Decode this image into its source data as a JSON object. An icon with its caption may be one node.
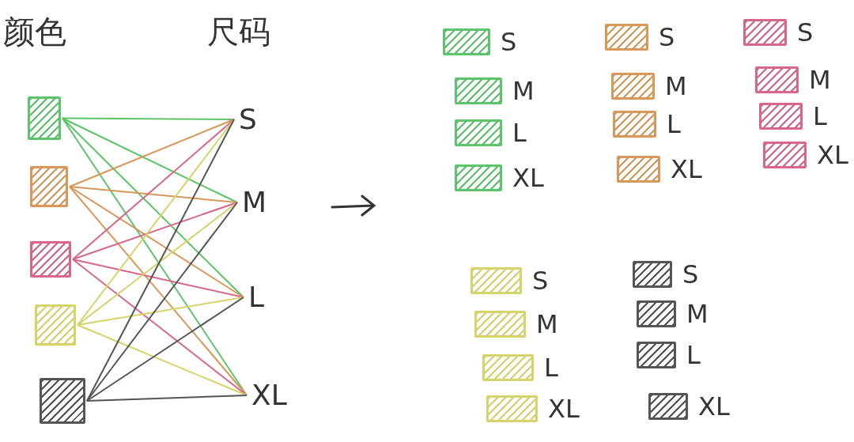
{
  "diagram": {
    "nodes": [
      {
        "text": [],
        "shape": "box"
      },
      {
        "text": [],
        "shape": "box"
      },
      {
        "text": [],
        "shape": "box"
      },
      {
        "text": [],
        "shape": "box"
      },
      {
        "text": [],
        "shape": "box"
      },
      {
        "text": [
          "S"
        ]
      },
      {
        "text": [
          "M"
        ]
      },
      {
        "text": [
          "L"
        ]
      },
      {
        "text": [
          "XL"
        ]
      },
      {
        "text": [],
        "shape": "box",
        "beside": [
          "S"
        ]
      },
      {
        "text": [],
        "shape": "box",
        "beside": [
          "M"
        ]
      },
      {
        "text": [],
        "shape": "box",
        "beside": [
          "L"
        ]
      },
      {
        "text": [],
        "shape": "box",
        "beside": [
          "XL"
        ]
      },
      {
        "text": [],
        "shape": "box",
        "beside": [
          "S"
        ]
      },
      {
        "text": [],
        "shape": "box",
        "beside": [
          "M"
        ]
      },
      {
        "text": [],
        "shape": "box",
        "beside": [
          "L"
        ]
      },
      {
        "text": [],
        "shape": "box",
        "beside": [
          "XL"
        ]
      },
      {
        "text": [],
        "shape": "box",
        "beside": [
          "S"
        ]
      },
      {
        "text": [],
        "shape": "box",
        "beside": [
          "M"
        ]
      },
      {
        "text": [],
        "shape": "box",
        "beside": [
          "L"
        ]
      },
      {
        "text": [],
        "shape": "box",
        "beside": [
          "XL"
        ]
      },
      {
        "text": [],
        "shape": "box",
        "beside": [
          "S"
        ]
      },
      {
        "text": [],
        "shape": "box",
        "beside": [
          "M"
        ]
      },
      {
        "text": [],
        "shape": "box",
        "beside": [
          "L"
        ]
      },
      {
        "text": [],
        "shape": "box",
        "beside": [
          "XL"
        ]
      },
      {
        "text": [],
        "shape": "box",
        "beside": [
          "S"
        ]
      },
      {
        "text": [],
        "shape": "box",
        "beside": [
          "M"
        ]
      },
      {
        "text": [],
        "shape": "box",
        "beside": [
          "L"
        ]
      },
      {
        "text": [],
        "shape": "box",
        "beside": [
          "XL"
        ]
      }
    ],
    "edges": [
      {
        "from": 0,
        "to": 5,
        "arrow": "none",
        "color": "#5cc46a"
      },
      {
        "from": 0,
        "to": 6,
        "arrow": "none",
        "color": "#5cc46a"
      },
      {
        "from": 0,
        "to": 7,
        "arrow": "none",
        "color": "#5cc46a"
      },
      {
        "from": 0,
        "to": 8,
        "arrow": "none",
        "color": "#5cc46a"
      },
      {
        "from": 1,
        "to": 5,
        "arrow": "none",
        "color": "#d9975a"
      },
      {
        "from": 1,
        "to": 6,
        "arrow": "none",
        "color": "#d9975a"
      },
      {
        "from": 1,
        "to": 7,
        "arrow": "none",
        "color": "#d9975a"
      },
      {
        "from": 1,
        "to": 8,
        "arrow": "none",
        "color": "#d9975a"
      },
      {
        "from": 2,
        "to": 5,
        "arrow": "none",
        "color": "#d9668a"
      },
      {
        "from": 2,
        "to": 6,
        "arrow": "none",
        "color": "#d9668a"
      },
      {
        "from": 2,
        "to": 7,
        "arrow": "none",
        "color": "#d9668a"
      },
      {
        "from": 2,
        "to": 8,
        "arrow": "none",
        "color": "#d9668a"
      },
      {
        "from": 3,
        "to": 5,
        "arrow": "none",
        "color": "#d6d36a"
      },
      {
        "from": 3,
        "to": 6,
        "arrow": "none",
        "color": "#d6d36a"
      },
      {
        "from": 3,
        "to": 7,
        "arrow": "none",
        "color": "#d6d36a"
      },
      {
        "from": 3,
        "to": 8,
        "arrow": "none",
        "color": "#d6d36a"
      },
      {
        "from": 4,
        "to": 5,
        "arrow": "none",
        "color": "#555555"
      },
      {
        "from": 4,
        "to": 6,
        "arrow": "none",
        "color": "#555555"
      },
      {
        "from": 4,
        "to": 7,
        "arrow": "none",
        "color": "#555555"
      },
      {
        "from": 4,
        "to": 8,
        "arrow": "none",
        "color": "#555555"
      }
    ],
    "labels": [
      "颜色",
      "尺码"
    ]
  }
}
